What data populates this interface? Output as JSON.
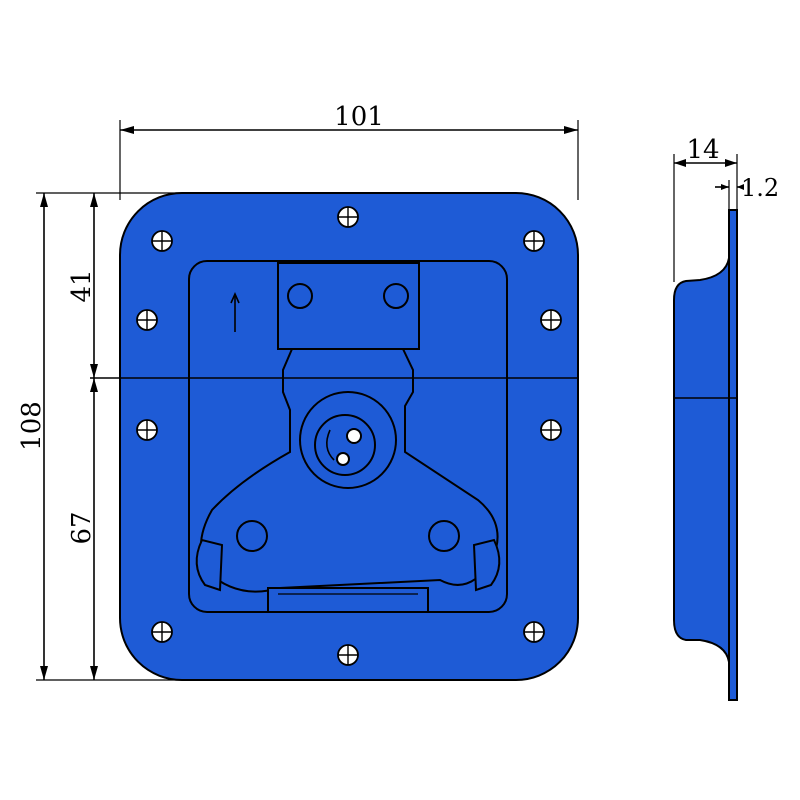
{
  "dimensions": {
    "width": "101",
    "height_total": "108",
    "height_top": "41",
    "height_bottom": "67",
    "depth": "14",
    "thickness": "1.2"
  },
  "colors": {
    "part_fill": "#1e5bd6",
    "line": "#000000",
    "background": "#ffffff"
  },
  "icons": {
    "screw_hole": "crosshair-hole-icon",
    "rotation_arrow": "up-arrow-icon"
  }
}
